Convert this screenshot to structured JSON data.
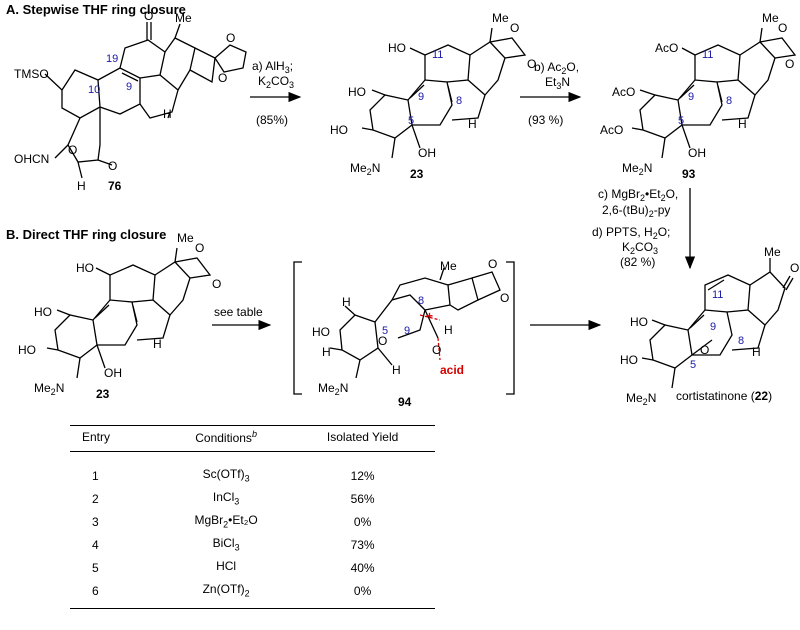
{
  "section_a": {
    "title": "A. Stepwise THF ring closure"
  },
  "section_b": {
    "title": "B. Direct THF ring closure"
  },
  "compounds": {
    "c76": "76",
    "c23a": "23",
    "c93": "93",
    "c23b": "23",
    "c94": "94",
    "c22_name": "cortistatinone (",
    "c22_num": "22",
    "c22_close": ")"
  },
  "conditions": {
    "a_line1": "a) AlH",
    "a_line1_sub": "3",
    "a_line1_end": ";",
    "a_line2": "K",
    "a_line2_sub1": "2",
    "a_line2_mid": "CO",
    "a_line2_sub2": "3",
    "a_yield": "(85%)",
    "b_line1": "b) Ac",
    "b_line1_sub": "2",
    "b_line1_end": "O,",
    "b_line2": "Et",
    "b_line2_sub": "3",
    "b_line2_end": "N",
    "b_yield": "(93 %)",
    "c_line1": "c) MgBr",
    "c_line1_sub": "2",
    "c_line1_end": "•Et",
    "c_line1_sub2": "2",
    "c_line1_end2": "O,",
    "c_line2": "2,6-(tBu)",
    "c_line2_sub": "2",
    "c_line2_end": "-py",
    "d_line1": "d) PPTS, H",
    "d_line1_sub": "2",
    "d_line1_end": "O;",
    "d_line2": "K",
    "d_line2_sub1": "2",
    "d_line2_mid": "CO",
    "d_line2_sub2": "3",
    "d_yield": "(82 %)",
    "see_table": "see table"
  },
  "atom_labels": {
    "tmso": "TMSO",
    "ohcn": "OHCN",
    "o": "O",
    "h": "H",
    "me": "Me",
    "ho": "HO",
    "aco": "AcO",
    "oh": "OH",
    "me2n_me": "Me",
    "me2n_sub": "2",
    "me2n_n": "N",
    "acid": "acid",
    "plus": "+"
  },
  "atom_numbers": {
    "n19": "19",
    "n10": "10",
    "n9": "9",
    "n11": "11",
    "n8": "8",
    "n5": "5"
  },
  "table": {
    "headers": [
      "Entry",
      "Conditions",
      "b",
      "Isolated Yield"
    ],
    "rows": [
      {
        "entry": "1",
        "cond": "Sc(OTf)",
        "sub": "3",
        "tail": "",
        "yield": "12%"
      },
      {
        "entry": "2",
        "cond": "InCl",
        "sub": "3",
        "tail": "",
        "yield": "56%"
      },
      {
        "entry": "3",
        "cond": "MgBr",
        "sub": "2",
        "tail": "•Et₂O",
        "yield": "0%"
      },
      {
        "entry": "4",
        "cond": "BiCl",
        "sub": "3",
        "tail": "",
        "yield": "73%"
      },
      {
        "entry": "5",
        "cond": "HCl",
        "sub": "",
        "tail": "",
        "yield": "40%"
      },
      {
        "entry": "6",
        "cond": "Zn(OTf)",
        "sub": "2",
        "tail": "",
        "yield": "0%"
      }
    ]
  }
}
